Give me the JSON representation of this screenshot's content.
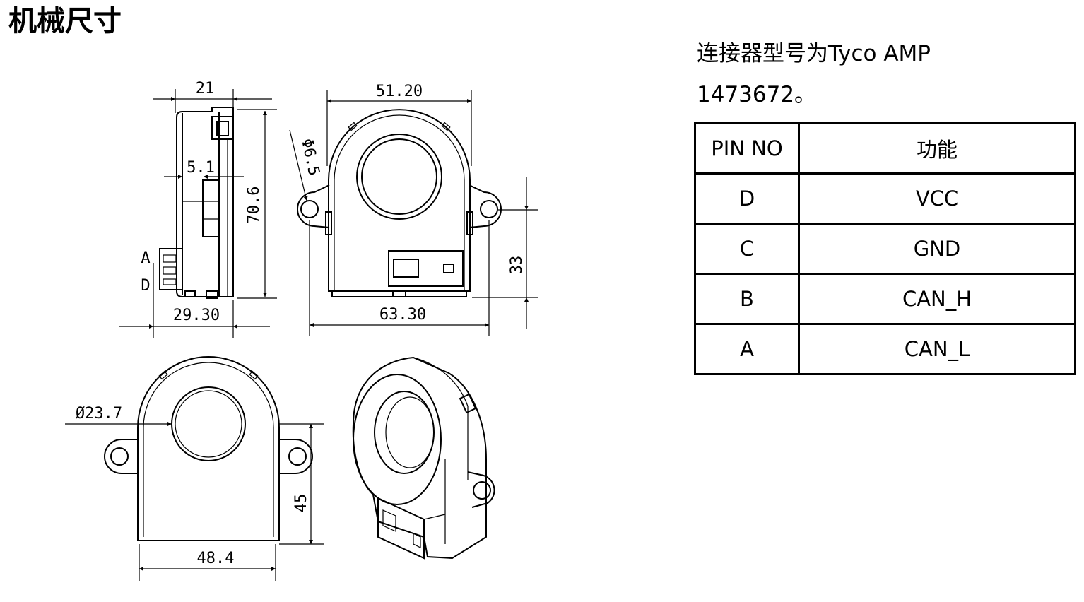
{
  "title": "机械尺寸",
  "connector": {
    "line1": "连接器型号为Tyco AMP",
    "line2": "1473672。"
  },
  "pin_table": {
    "headers": [
      "PIN NO",
      "功能"
    ],
    "rows": [
      [
        "D",
        "VCC"
      ],
      [
        "C",
        "GND"
      ],
      [
        "B",
        "CAN_H"
      ],
      [
        "A",
        "CAN_L"
      ]
    ]
  },
  "drawing": {
    "side_view": {
      "width_top": "21",
      "offset": "5.1",
      "height": "70.6",
      "depth": "29.30",
      "pin_a": "A",
      "pin_d": "D"
    },
    "front_view": {
      "width_top": "51.20",
      "hole": "Φ6.5",
      "width_total": "63.30",
      "height_lower": "33"
    },
    "rear_view": {
      "bore": "Ø23.7",
      "height": "45",
      "width": "48.4"
    }
  },
  "colors": {
    "line": "#000000",
    "background": "#ffffff"
  }
}
